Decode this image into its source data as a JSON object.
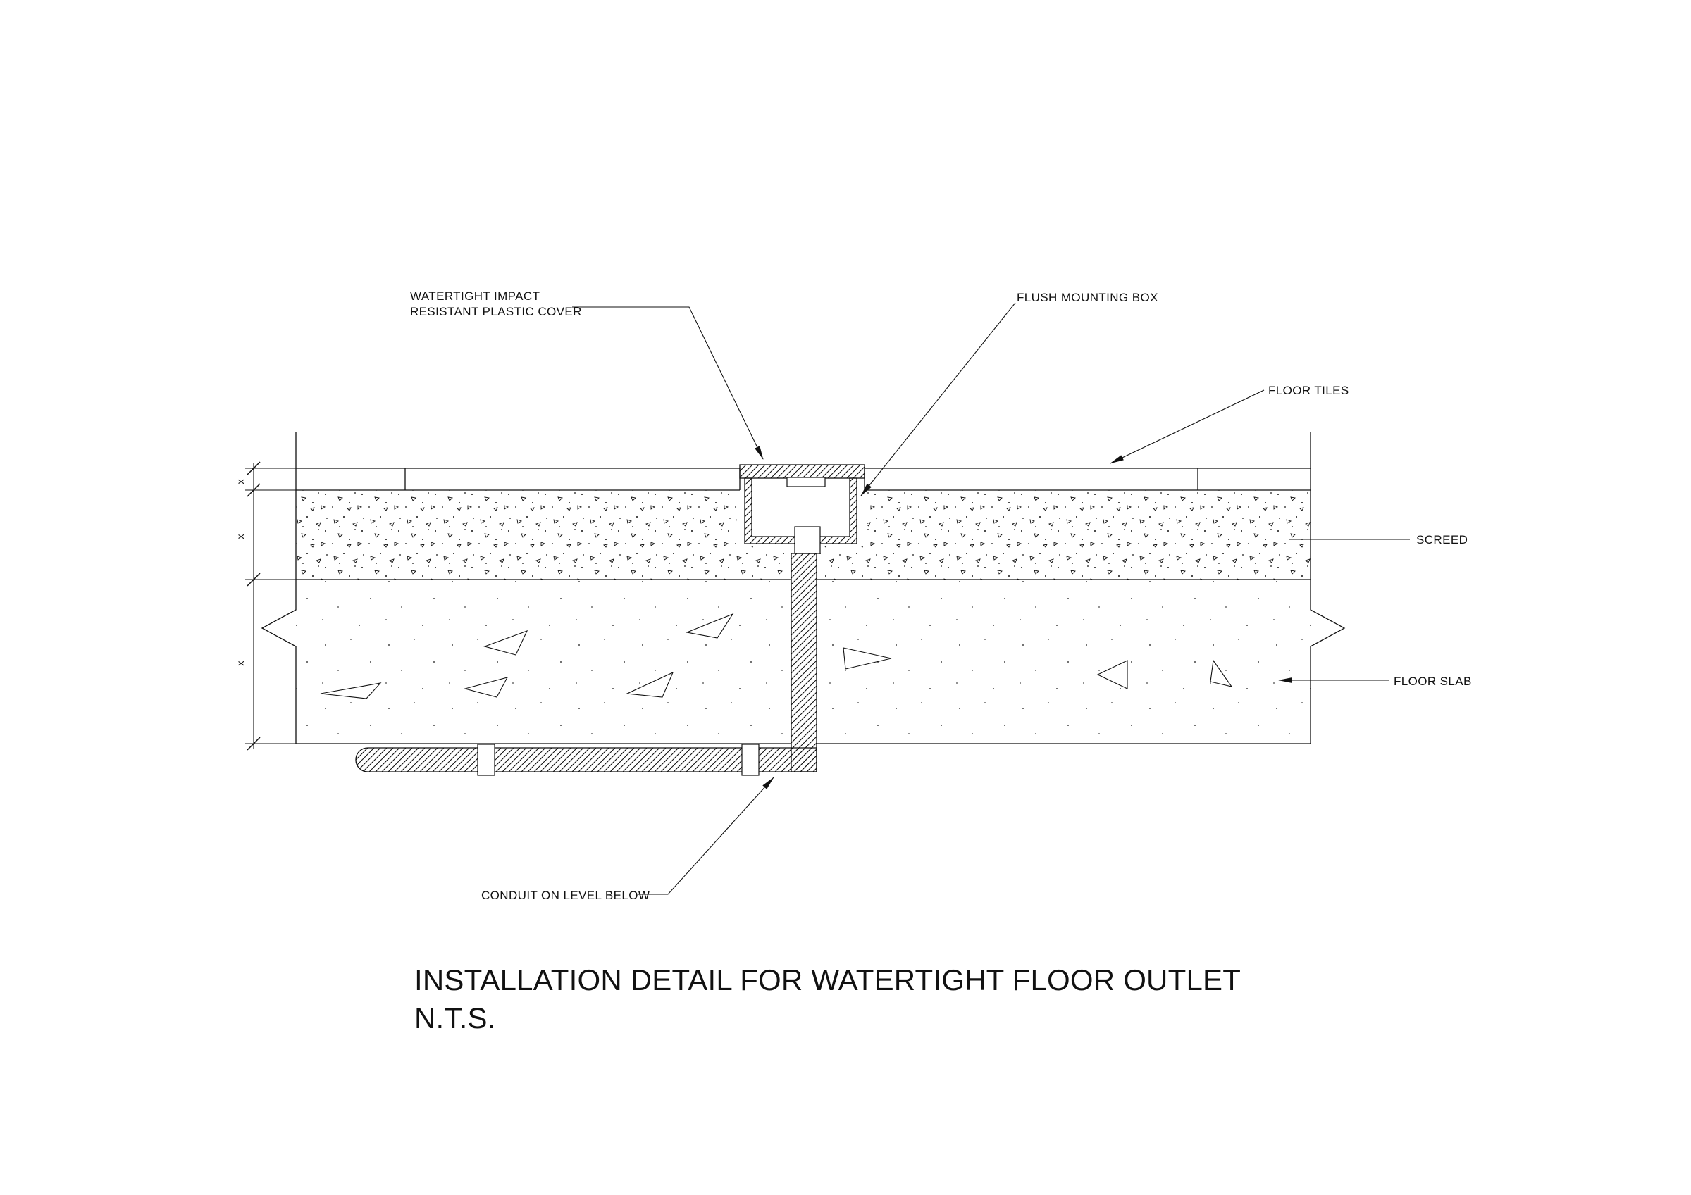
{
  "sheet": {
    "title": "INSTALLATION DETAIL FOR WATERTIGHT FLOOR OUTLET",
    "scale_note": "N.T.S."
  },
  "callouts": {
    "cover_line1": "WATERTIGHT IMPACT",
    "cover_line2": "RESISTANT PLASTIC COVER",
    "flush_mounting_box": "FLUSH MOUNTING BOX",
    "floor_tiles": "FLOOR TILES",
    "screed": "SCREED",
    "floor_slab": "FLOOR SLAB",
    "conduit": "CONDUIT ON LEVEL BELOW"
  },
  "dimensions": {
    "tiles_thickness": "x",
    "screed_thickness": "x",
    "slab_thickness": "x"
  },
  "colors": {
    "line": "#111111",
    "background": "#ffffff"
  }
}
